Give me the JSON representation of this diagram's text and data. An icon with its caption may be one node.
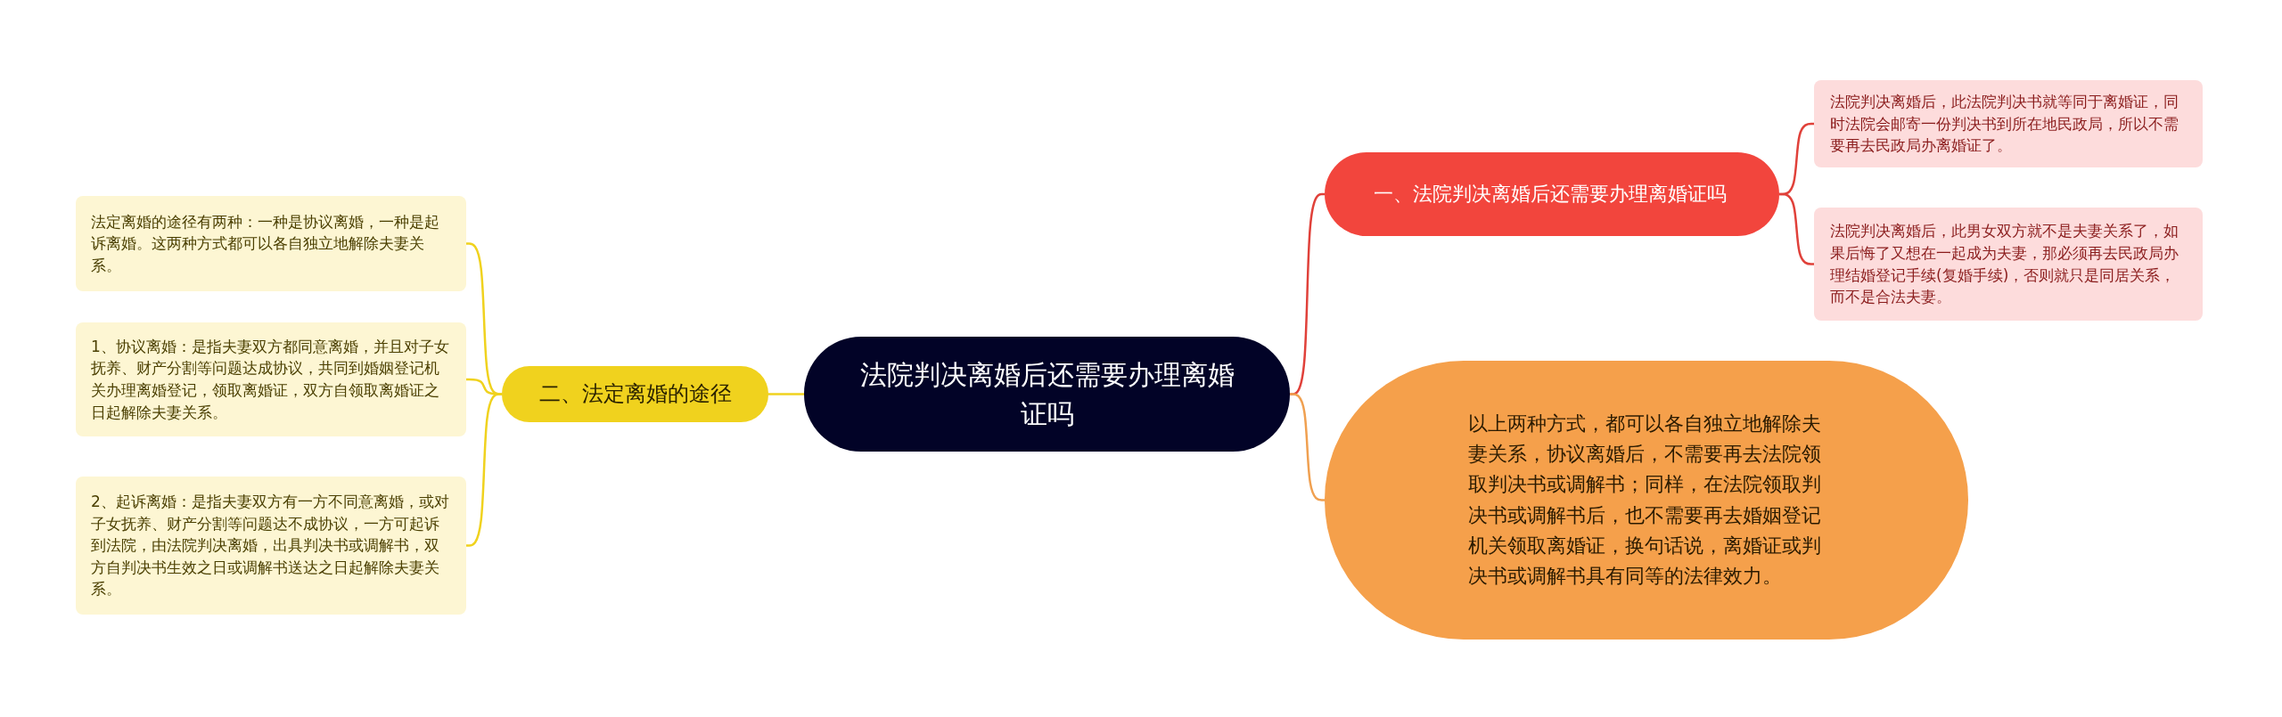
{
  "diagram": {
    "nodes": [
      {
        "text": [
          "法院判决离婚后还需要办理离婚证吗"
        ]
      },
      {
        "text": [
          "一、法院判决离婚后还需要办理离婚证吗"
        ]
      },
      {
        "text": [
          "法院判决离婚后，此法院判决书就等同于离婚证，同时法院会邮寄一份判决书到所在地民政局，所以不需要再去民政局办离婚证了。"
        ]
      },
      {
        "text": [
          "法院判决离婚后，此男女双方就不是夫妻关系了，如果后悔了又想在一起成为夫妻，那必须再去民政局办理结婚登记手续(复婚手续)，否则就只是同居关系，而不是合法夫妻。"
        ]
      },
      {
        "text": [
          "以上两种方式，都可以各自独立地解除夫妻关系，协议离婚后，不需要再去法院领取判决书或调解书；同样，在法院领取判决书或调解书后，也不需要再去婚姻登记机关领取离婚证，换句话说，离婚证或判决书或调解书具有同等的法律效力。"
        ]
      },
      {
        "text": [
          "二、法定离婚的途径"
        ]
      },
      {
        "text": [
          "法定离婚的途径有两种：一种是协议离婚，一种是起诉离婚。这两种方式都可以各自独立地解除夫妻关系。"
        ]
      },
      {
        "text": [
          "1、协议离婚：是指夫妻双方都同意离婚，并且对子女抚养、财产分割等问题达成协议，共同到婚姻登记机关办理离婚登记，领取离婚证，双方自领取离婚证之日起解除夫妻关系。"
        ]
      },
      {
        "text": [
          "2、起诉离婚：是指夫妻双方有一方不同意离婚，或对子女抚养、财产分割等问题达不成协议，一方可起诉到法院，由法院判决离婚，出具判决书或调解书，双方自判决书生效之日或调解书送达之日起解除夫妻关系。"
        ]
      }
    ],
    "edges": [
      {
        "from": 0,
        "to": 1,
        "arrow": "none",
        "color": "#e0413a"
      },
      {
        "from": 1,
        "to": 2,
        "arrow": "none",
        "color": "#e0413a"
      },
      {
        "from": 1,
        "to": 3,
        "arrow": "none",
        "color": "#e0413a"
      },
      {
        "from": 0,
        "to": 4,
        "arrow": "none",
        "color": "#f0a050"
      },
      {
        "from": 0,
        "to": 5,
        "arrow": "none"
      },
      {
        "from": 5,
        "to": 6,
        "arrow": "none"
      },
      {
        "from": 5,
        "to": 7,
        "arrow": "none"
      },
      {
        "from": 5,
        "to": 8,
        "arrow": "none"
      }
    ]
  }
}
